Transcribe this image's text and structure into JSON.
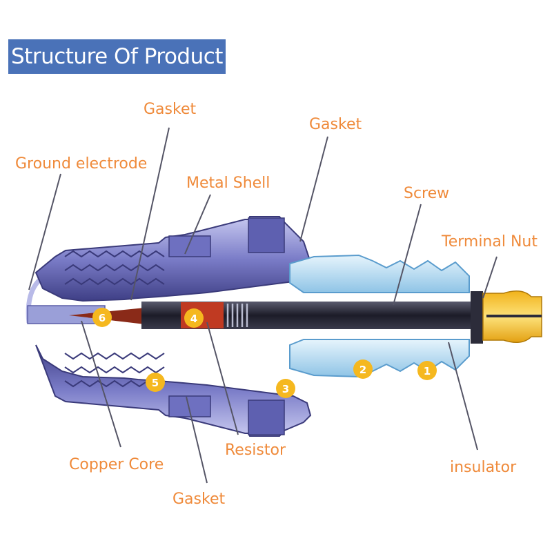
{
  "title": "Structure Of Product",
  "colors": {
    "title_bg": "#4a72b8",
    "label": "#ef8a3a",
    "shell": "#7a7cc9",
    "insulator": "#a9d2ee",
    "terminal": "#f3c020",
    "badge": "#f5b81f",
    "rod": "#2b2c3c",
    "resistor": "#b8341f"
  },
  "labels": {
    "gasket_top": "Gasket",
    "ground_electrode": "Ground electrode",
    "metal_shell": "Metal Shell",
    "gasket_upper_right": "Gasket",
    "screw": "Screw",
    "terminal_nut": "Terminal Nut",
    "copper_core": "Copper Core",
    "resistor": "Resistor",
    "insulator": "insulator",
    "gasket_bottom": "Gasket"
  },
  "badges": [
    "1",
    "2",
    "3",
    "4",
    "5",
    "6"
  ]
}
